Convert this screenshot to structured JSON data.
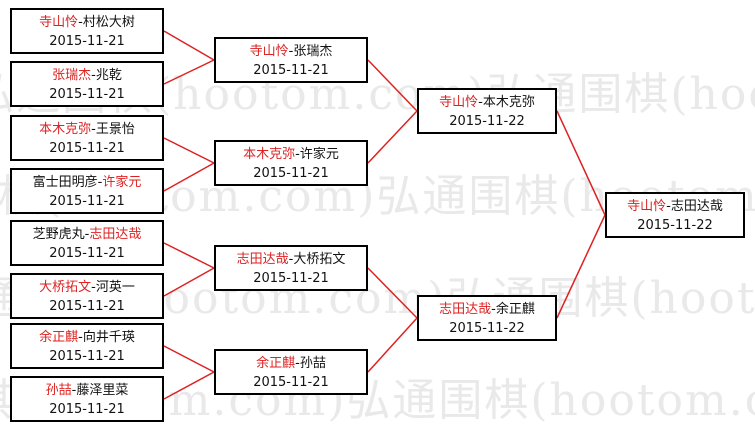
{
  "watermark": "弘通围棋(hootom.com)弘通围棋(hootom.com)",
  "colors": {
    "winner": "#dd2222",
    "line": "#dd2222",
    "text": "#111111"
  },
  "bracket": {
    "round1": [
      {
        "p1": "寺山怜",
        "p2": "村松大树",
        "winner": 1,
        "date": "2015-11-21"
      },
      {
        "p1": "张瑞杰",
        "p2": "兆乾",
        "winner": 1,
        "date": "2015-11-21"
      },
      {
        "p1": "本木克弥",
        "p2": "王景怡",
        "winner": 1,
        "date": "2015-11-21"
      },
      {
        "p1": "富士田明彦",
        "p2": "许家元",
        "winner": 2,
        "date": "2015-11-21"
      },
      {
        "p1": "芝野虎丸",
        "p2": "志田达哉",
        "winner": 2,
        "date": "2015-11-21"
      },
      {
        "p1": "大桥拓文",
        "p2": "河英一",
        "winner": 1,
        "date": "2015-11-21"
      },
      {
        "p1": "余正麒",
        "p2": "向井千瑛",
        "winner": 1,
        "date": "2015-11-21"
      },
      {
        "p1": "孙喆",
        "p2": "藤泽里菜",
        "winner": 1,
        "date": "2015-11-21"
      }
    ],
    "round2": [
      {
        "p1": "寺山怜",
        "p2": "张瑞杰",
        "winner": 1,
        "date": "2015-11-21"
      },
      {
        "p1": "本木克弥",
        "p2": "许家元",
        "winner": 1,
        "date": "2015-11-21"
      },
      {
        "p1": "志田达哉",
        "p2": "大桥拓文",
        "winner": 1,
        "date": "2015-11-21"
      },
      {
        "p1": "余正麒",
        "p2": "孙喆",
        "winner": 1,
        "date": "2015-11-21"
      }
    ],
    "round3": [
      {
        "p1": "寺山怜",
        "p2": "本木克弥",
        "winner": 1,
        "date": "2015-11-22"
      },
      {
        "p1": "志田达哉",
        "p2": "余正麒",
        "winner": 1,
        "date": "2015-11-22"
      }
    ],
    "final": [
      {
        "p1": "寺山怜",
        "p2": "志田达哉",
        "winner": 1,
        "date": "2015-11-22"
      }
    ]
  }
}
